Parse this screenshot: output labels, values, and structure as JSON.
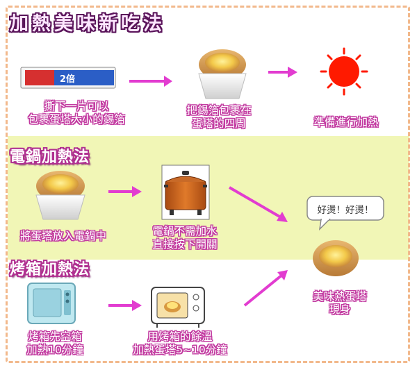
{
  "title": "加熱美味新吃法",
  "sections": {
    "rice_cooker": "電鍋加熱法",
    "oven": "烤箱加熱法"
  },
  "steps": {
    "foil": [
      "撕下一片可以",
      "包裹蛋塔大小的錫箔"
    ],
    "wrap": [
      "把錫箔包裹在",
      "蛋塔的四周"
    ],
    "ready": "準備進行加熱",
    "into_cooker": "將蛋塔放入電鍋中",
    "cooker_press": [
      "電鍋不需加水",
      "直接按下開關"
    ],
    "oven_preheat": [
      "烤箱先空箱",
      "加熱10分鐘"
    ],
    "oven_residual": [
      "用烤箱的餘溫",
      "加熱蛋塔5~10分鐘"
    ],
    "result": [
      "美味熱蛋塔",
      "現身"
    ]
  },
  "speech_bubble": "好燙！好燙！",
  "foil_box_label": "2倍",
  "colors": {
    "arrow": "#e23cd0",
    "band": "#f1f6b6",
    "frame": "#f2b98c",
    "caption_outline": "#c23aa0",
    "sun": "#ff1a00"
  },
  "icons": [
    "foil-box-icon",
    "egg-tart-icon",
    "sun-icon",
    "rice-cooker-icon",
    "oven-icon",
    "microwave-icon",
    "speech-bubble-icon"
  ]
}
